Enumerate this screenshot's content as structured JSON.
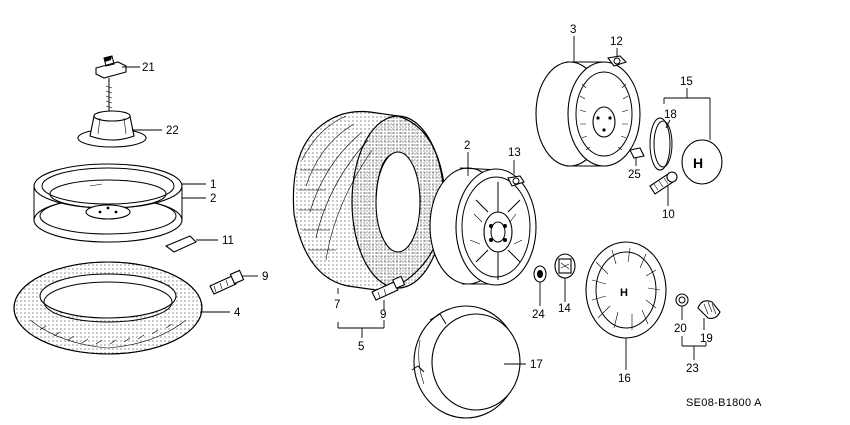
{
  "diagram": {
    "code": "SE08-B1800 A",
    "callouts": [
      "1",
      "2",
      "3",
      "4",
      "5",
      "7",
      "9",
      "10",
      "11",
      "12",
      "13",
      "14",
      "15",
      "16",
      "17",
      "18",
      "19",
      "20",
      "21",
      "22",
      "23",
      "24",
      "25"
    ]
  },
  "colors": {
    "line": "#000000",
    "background": "#ffffff"
  }
}
